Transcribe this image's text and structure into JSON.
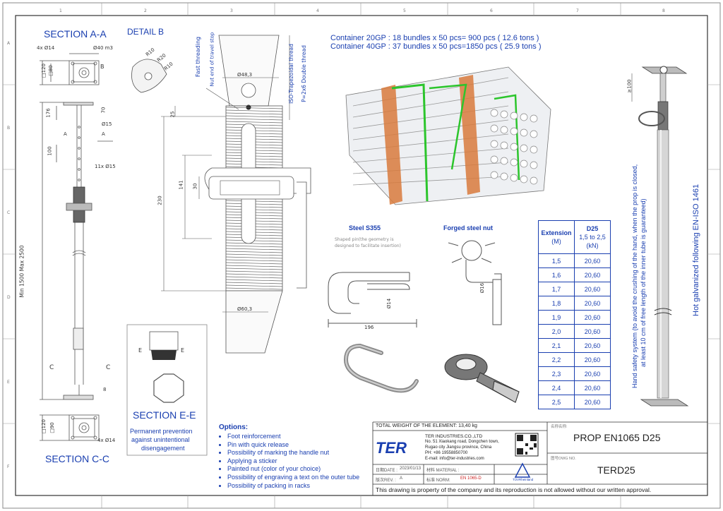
{
  "sections": {
    "section_aa": "SECTION A-A",
    "detail_b": "DETAIL B",
    "section_cc": "SECTION C-C",
    "section_ee": "SECTION E-E"
  },
  "labels": {
    "fast_threading": "Fast threading",
    "nut_end": "Nut end of travel stop",
    "iso_thread_1": "ISO-Trapezoidal thread",
    "iso_thread_2": "P=2x6 Double thread",
    "steel": "Steel S355",
    "steel_note_1": "Shaped pin(the geometry is",
    "steel_note_2": "designed to facilitate insertion)",
    "forged_nut": "Forged steel nut",
    "permanent_1": "Permanent prevention",
    "permanent_2": "against unintentional",
    "permanent_3": "disengagement",
    "hand_safety_1": "Hand safety system (to avoid the crushing of the hand, when the prop is closed,",
    "hand_safety_2": "at least 10 cm of free length of the inner tube is guaranteed)",
    "hot_galv": "Hot galvanized following EN-ISO 1461"
  },
  "dims": {
    "d14x4": "4x Ø14",
    "d40": "Ø40 m3",
    "d120": "□120",
    "d80": "□80",
    "b": "B",
    "r10a": "R10",
    "r20": "R20",
    "r10b": "R10",
    "d483": "Ø48,3",
    "d603": "Ø60,3",
    "d25": "25",
    "d230": "230",
    "d141": "141",
    "d30": "30",
    "d15": "Ø15",
    "a": "A",
    "d100": "100",
    "d11x15": "11x Ø15",
    "d176": "176",
    "d70": "70",
    "minmax": "Min 1500 Max 2500",
    "c": "C",
    "d8": "8",
    "d14v": "Ø14",
    "d196": "196",
    "d16": "Ø16",
    "d100top": "≥100",
    "e": "E",
    "d14x4b": "4x Ø14",
    "d120b": "□120",
    "d90": "□90"
  },
  "containers": {
    "line1": "Container 20GP  : 18 bundles x 50 pcs=  900 pcs  ( 12.6 tons )",
    "line2": "Container 40GP  : 37 bundles x 50 pcs=1850 pcs  ( 25.9 tons )"
  },
  "table": {
    "h1a": "Extension",
    "h1b": "(M)",
    "h2a": "D25",
    "h2b": "1,5 to 2,5",
    "h2c": "(kN)",
    "rows": [
      [
        "1,5",
        "20,60"
      ],
      [
        "1,6",
        "20,60"
      ],
      [
        "1,7",
        "20,60"
      ],
      [
        "1,8",
        "20,60"
      ],
      [
        "1,9",
        "20,60"
      ],
      [
        "2,0",
        "20,60"
      ],
      [
        "2,1",
        "20,60"
      ],
      [
        "2,2",
        "20,60"
      ],
      [
        "2,3",
        "20,60"
      ],
      [
        "2,4",
        "20,60"
      ],
      [
        "2,5",
        "20,60"
      ]
    ]
  },
  "options": {
    "title": "Options:",
    "items": [
      "Foot reinforcement",
      "Pin with quick release",
      "Possibility of marking the handle nut",
      "Applying a sticker",
      "Painted nut (color of your choice)",
      "Possibility of engraving a text on the outer tube",
      "Possibility of packing in racks"
    ]
  },
  "title_block": {
    "weight": "TOTAL WEIGHT OF THE ELEMENT: 13,40 kg",
    "logo": "TER",
    "company": "TER INDUSTRIES.CO.,LTD",
    "addr1": "No. 51 Xiaokang road, Dongchen town,",
    "addr2": "Rugao city Jiangsu province, China",
    "phone": "PH: +86 19558850700",
    "email": "E-mail: info@ter-industries.com",
    "date_label": "日期DATE :",
    "date": "2023/01/13",
    "material_label": "材料 MATERIAL :",
    "rev_label": "版次REV. :",
    "rev": "A",
    "norm_label": "标准 NORM:",
    "norm": "EN 1065-D",
    "tuv": "TÜVRheinland",
    "name_label": "名称名称:",
    "product": "PROP EN1065 D25",
    "dwg_label": "图号DWG NO.",
    "dwg": "TERD25",
    "footer": "This drawing is property of the company and its reproduction is not allowed without our written approval."
  },
  "grid": {
    "cols": [
      "1",
      "2",
      "3",
      "4",
      "5",
      "6",
      "7",
      "8"
    ],
    "rows": [
      "A",
      "B",
      "C",
      "D",
      "E",
      "F"
    ]
  },
  "colors": {
    "ink": "#1a3fb0",
    "line": "#555555",
    "orange": "#d87a3c",
    "green": "#2cc52c"
  }
}
